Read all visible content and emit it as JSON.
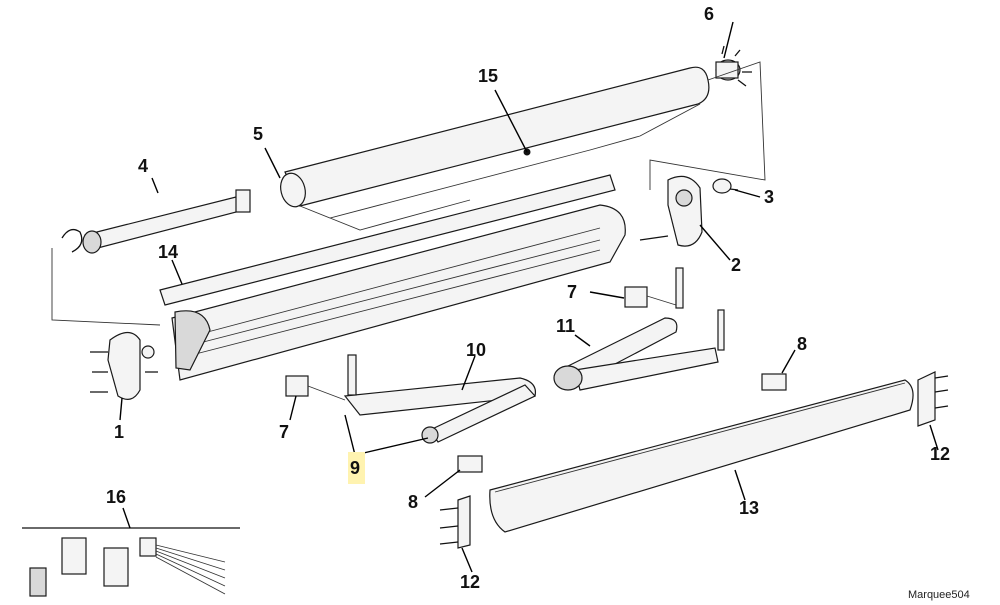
{
  "diagram": {
    "credit": "Marquee504",
    "highlight_color": "#fff3b0",
    "callouts": {
      "c1": "1",
      "c2": "2",
      "c3": "3",
      "c4": "4",
      "c5": "5",
      "c6": "6",
      "c7a": "7",
      "c7b": "7",
      "c8a": "8",
      "c8b": "8",
      "c9": "9",
      "c10": "10",
      "c11": "11",
      "c12a": "12",
      "c12b": "12",
      "c13": "13",
      "c14": "14",
      "c15": "15",
      "c16": "16"
    }
  }
}
